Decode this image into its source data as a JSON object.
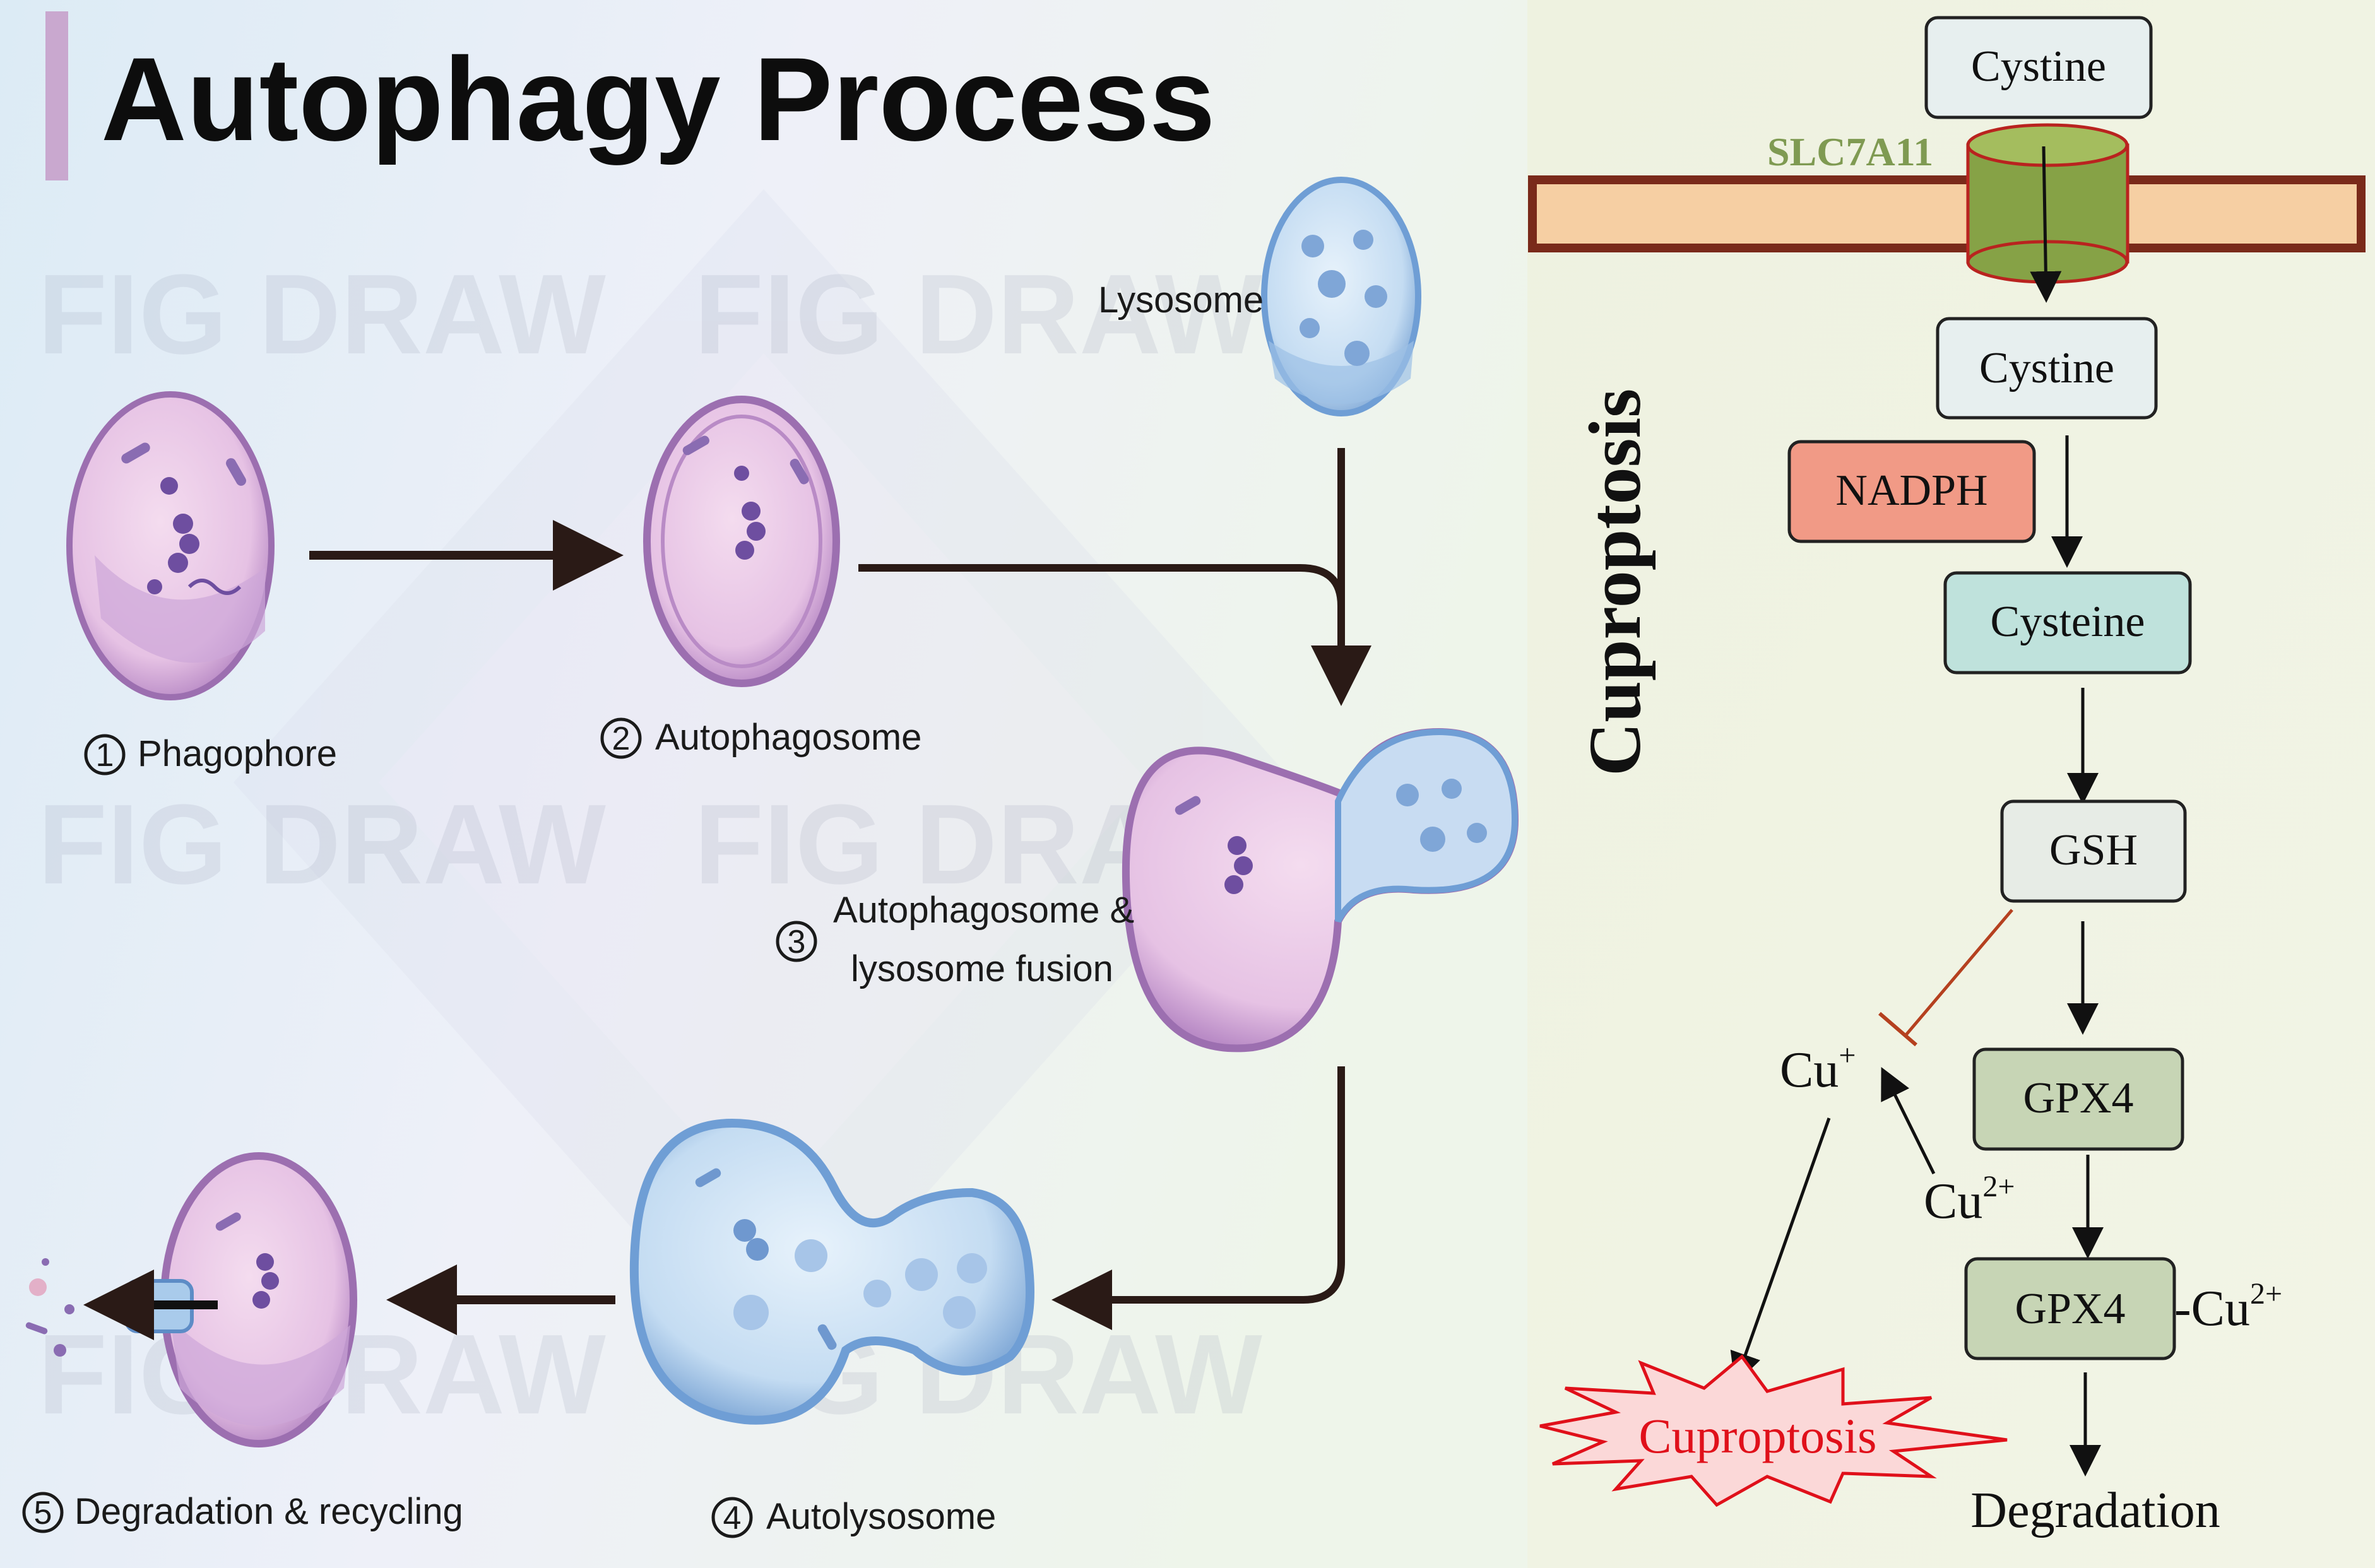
{
  "autophagy": {
    "title": "Autophagy Process",
    "watermark": "FIG DRAW",
    "steps": [
      {
        "num": "1",
        "label": "Phagophore"
      },
      {
        "num": "2",
        "label": "Autophagosome"
      },
      {
        "num": "3",
        "label_line1": "Autophagosome &",
        "label_line2": "lysosome fusion"
      },
      {
        "num": "4",
        "label": "Autolysosome"
      },
      {
        "num": "5",
        "label": "Degradation & recycling"
      }
    ],
    "lysosome_label": "Lysosome"
  },
  "cuproptosis": {
    "vertical_title": "Cuproptosis",
    "transporter": "SLC7A11",
    "nodes": {
      "cystine_out": "Cystine",
      "cystine_in": "Cystine",
      "nadph": "NADPH",
      "cysteine": "Cysteine",
      "gsh": "GSH",
      "gpx4": "GPX4",
      "gpx4_bound": "GPX4",
      "bound_suffix": "-Cu",
      "bound_sup": "2+",
      "cu_plus": "Cu",
      "cu_plus_sup": "+",
      "cu_2plus": "Cu",
      "cu_2plus_sup": "2+",
      "cuproptosis_burst": "Cuproptosis",
      "degradation": "Degradation"
    }
  },
  "colors": {
    "membrane": "#f6cfa3",
    "membrane_border": "#7a2a1a",
    "channel": "#86a246",
    "nadph_box": "#f19a86",
    "cysteine_box": "#bfe2dc",
    "gpx4_box": "#c7d5b5",
    "burst_fill": "#fbd8d8",
    "burst_text": "#e0101a",
    "slc_text": "#7f9a52",
    "inhibit_line": "#b5401f"
  }
}
